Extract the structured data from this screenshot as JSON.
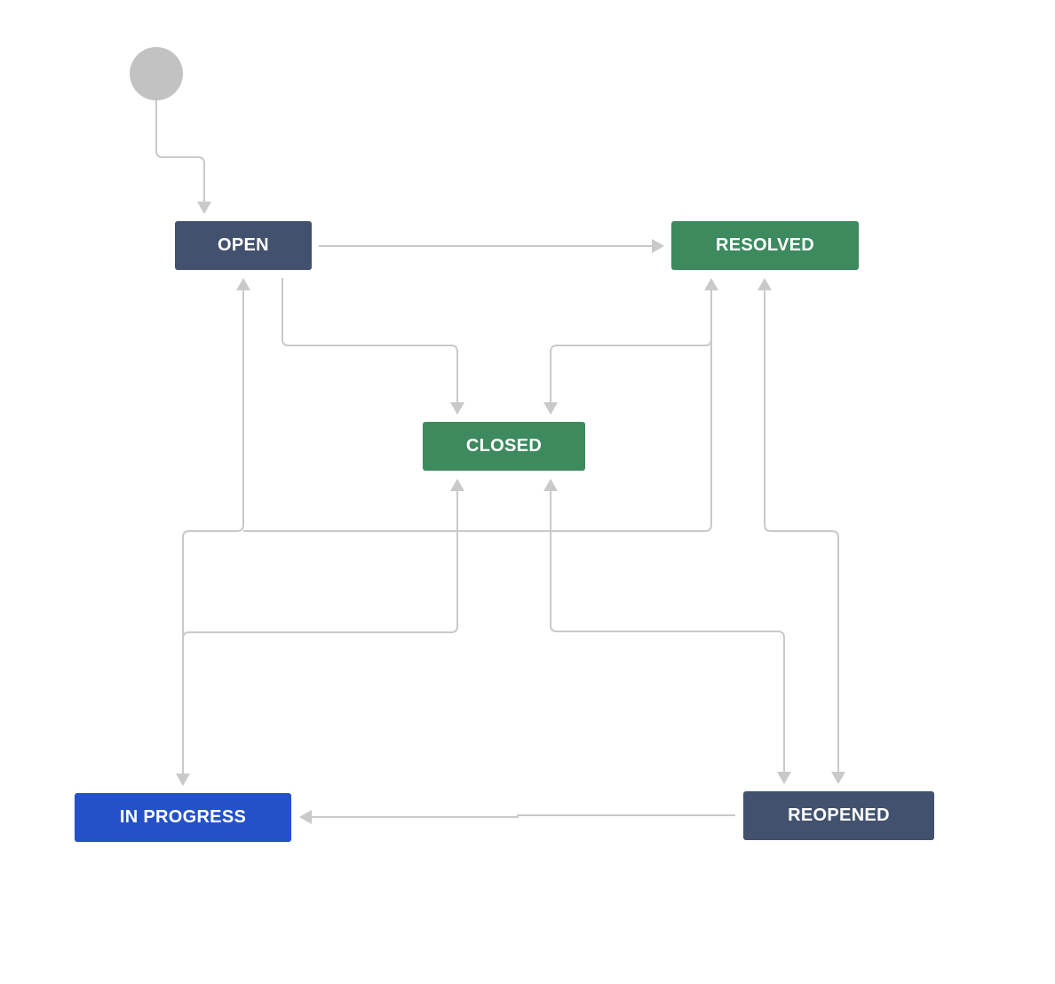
{
  "statuses": {
    "open": {
      "label": "OPEN",
      "color": "#42526e"
    },
    "resolved": {
      "label": "RESOLVED",
      "color": "#3c8a5e"
    },
    "closed": {
      "label": "CLOSED",
      "color": "#3c8a5e"
    },
    "in_progress": {
      "label": "IN PROGRESS",
      "color": "#2451c9"
    },
    "reopened": {
      "label": "REOPENED",
      "color": "#42526e"
    }
  },
  "colors": {
    "edge": "#c9c9c9",
    "start_node": "#c2c2c2",
    "background": "#ffffff"
  }
}
